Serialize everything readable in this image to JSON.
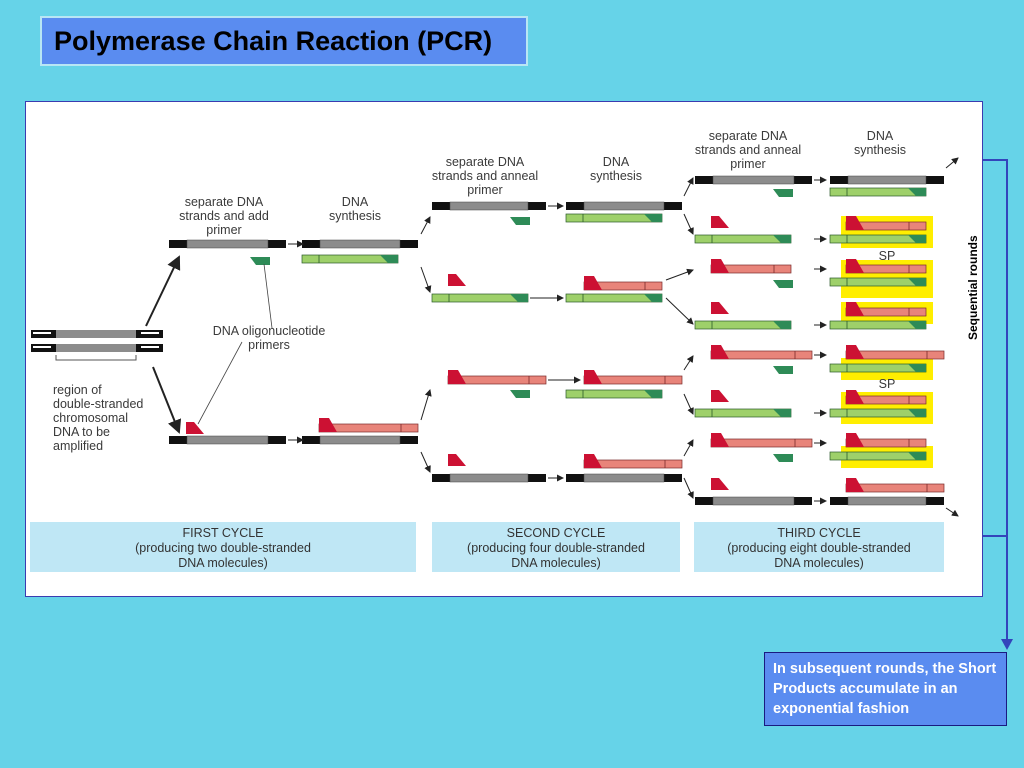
{
  "title": "Polymerase Chain Reaction (PCR)",
  "labels": {
    "separate_add_primer": [
      "separate DNA",
      "strands and add",
      "primer"
    ],
    "dna_synthesis": [
      "DNA",
      "synthesis"
    ],
    "separate_anneal_primer": [
      "separate DNA",
      "strands and anneal",
      "primer"
    ],
    "oligo_primers": [
      "DNA oligonucleotide",
      "primers"
    ],
    "region": [
      "region of",
      "double-stranded",
      "chromosomal",
      "DNA to be",
      "amplified"
    ],
    "sp": "SP"
  },
  "cycles": [
    {
      "name": "FIRST CYCLE",
      "desc1": "(producing two double-stranded",
      "desc2": "DNA molecules)"
    },
    {
      "name": "SECOND CYCLE",
      "desc1": "(producing four double-stranded",
      "desc2": "DNA molecules)"
    },
    {
      "name": "THIRD CYCLE",
      "desc1": "(producing eight double-stranded",
      "desc2": "DNA molecules)"
    }
  ],
  "side_label": "Sequential rounds",
  "note": "In subsequent rounds, the Short Products accumulate in an exponential fashion",
  "colors": {
    "background": "#66d3e8",
    "title_box": "#5a8cf0",
    "template_strand": "#8c8c8c",
    "end_cap": "#111111",
    "new_green_strand": "#9ed06a",
    "new_red_strand": "#e8847a",
    "primer_green": "#2e8b57",
    "primer_red": "#cc1133",
    "highlight": "#ffee00",
    "cycle_band": "#bfe7f5",
    "connector": "#3344bb"
  }
}
